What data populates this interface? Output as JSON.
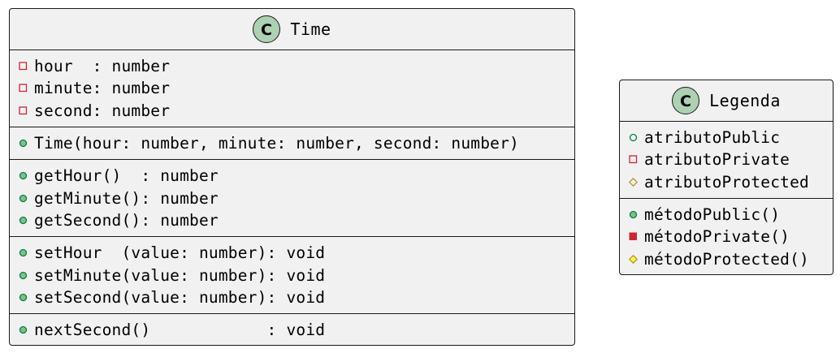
{
  "colors": {
    "box_fill": "#f1f1f1",
    "border": "#181818",
    "class_badge": "#add1b2",
    "private_field": "#c82930",
    "public_field": "#038048",
    "public_method": "#84be84",
    "private_method": "#c82930",
    "protected_field": "#b38d22",
    "protected_method": "#ffff44"
  },
  "time_class": {
    "badge_letter": "C",
    "name": "Time",
    "fields": [
      {
        "visibility": "private",
        "icon": "private-field-icon",
        "text": "hour  : number"
      },
      {
        "visibility": "private",
        "icon": "private-field-icon",
        "text": "minute: number"
      },
      {
        "visibility": "private",
        "icon": "private-field-icon",
        "text": "second: number"
      }
    ],
    "constructor": [
      {
        "visibility": "public",
        "icon": "public-method-icon",
        "text": "Time(hour: number, minute: number, second: number)"
      }
    ],
    "getters": [
      {
        "visibility": "public",
        "icon": "public-method-icon",
        "text": "getHour()  : number"
      },
      {
        "visibility": "public",
        "icon": "public-method-icon",
        "text": "getMinute(): number"
      },
      {
        "visibility": "public",
        "icon": "public-method-icon",
        "text": "getSecond(): number"
      }
    ],
    "setters": [
      {
        "visibility": "public",
        "icon": "public-method-icon",
        "text": "setHour  (value: number): void"
      },
      {
        "visibility": "public",
        "icon": "public-method-icon",
        "text": "setMinute(value: number): void"
      },
      {
        "visibility": "public",
        "icon": "public-method-icon",
        "text": "setSecond(value: number): void"
      }
    ],
    "others": [
      {
        "visibility": "public",
        "icon": "public-method-icon",
        "text": "nextSecond()            : void"
      }
    ]
  },
  "legend_class": {
    "badge_letter": "C",
    "name": "Legenda",
    "attributes": [
      {
        "visibility": "public",
        "icon": "public-field-icon",
        "text": "atributoPublic"
      },
      {
        "visibility": "private",
        "icon": "private-field-icon",
        "text": "atributoPrivate"
      },
      {
        "visibility": "protected",
        "icon": "protected-field-icon",
        "text": "atributoProtected"
      }
    ],
    "methods": [
      {
        "visibility": "public",
        "icon": "public-method-icon",
        "text": "métodoPublic()"
      },
      {
        "visibility": "private",
        "icon": "private-method-icon",
        "text": "métodoPrivate()"
      },
      {
        "visibility": "protected",
        "icon": "protected-method-icon",
        "text": "métodoProtected()"
      }
    ]
  }
}
